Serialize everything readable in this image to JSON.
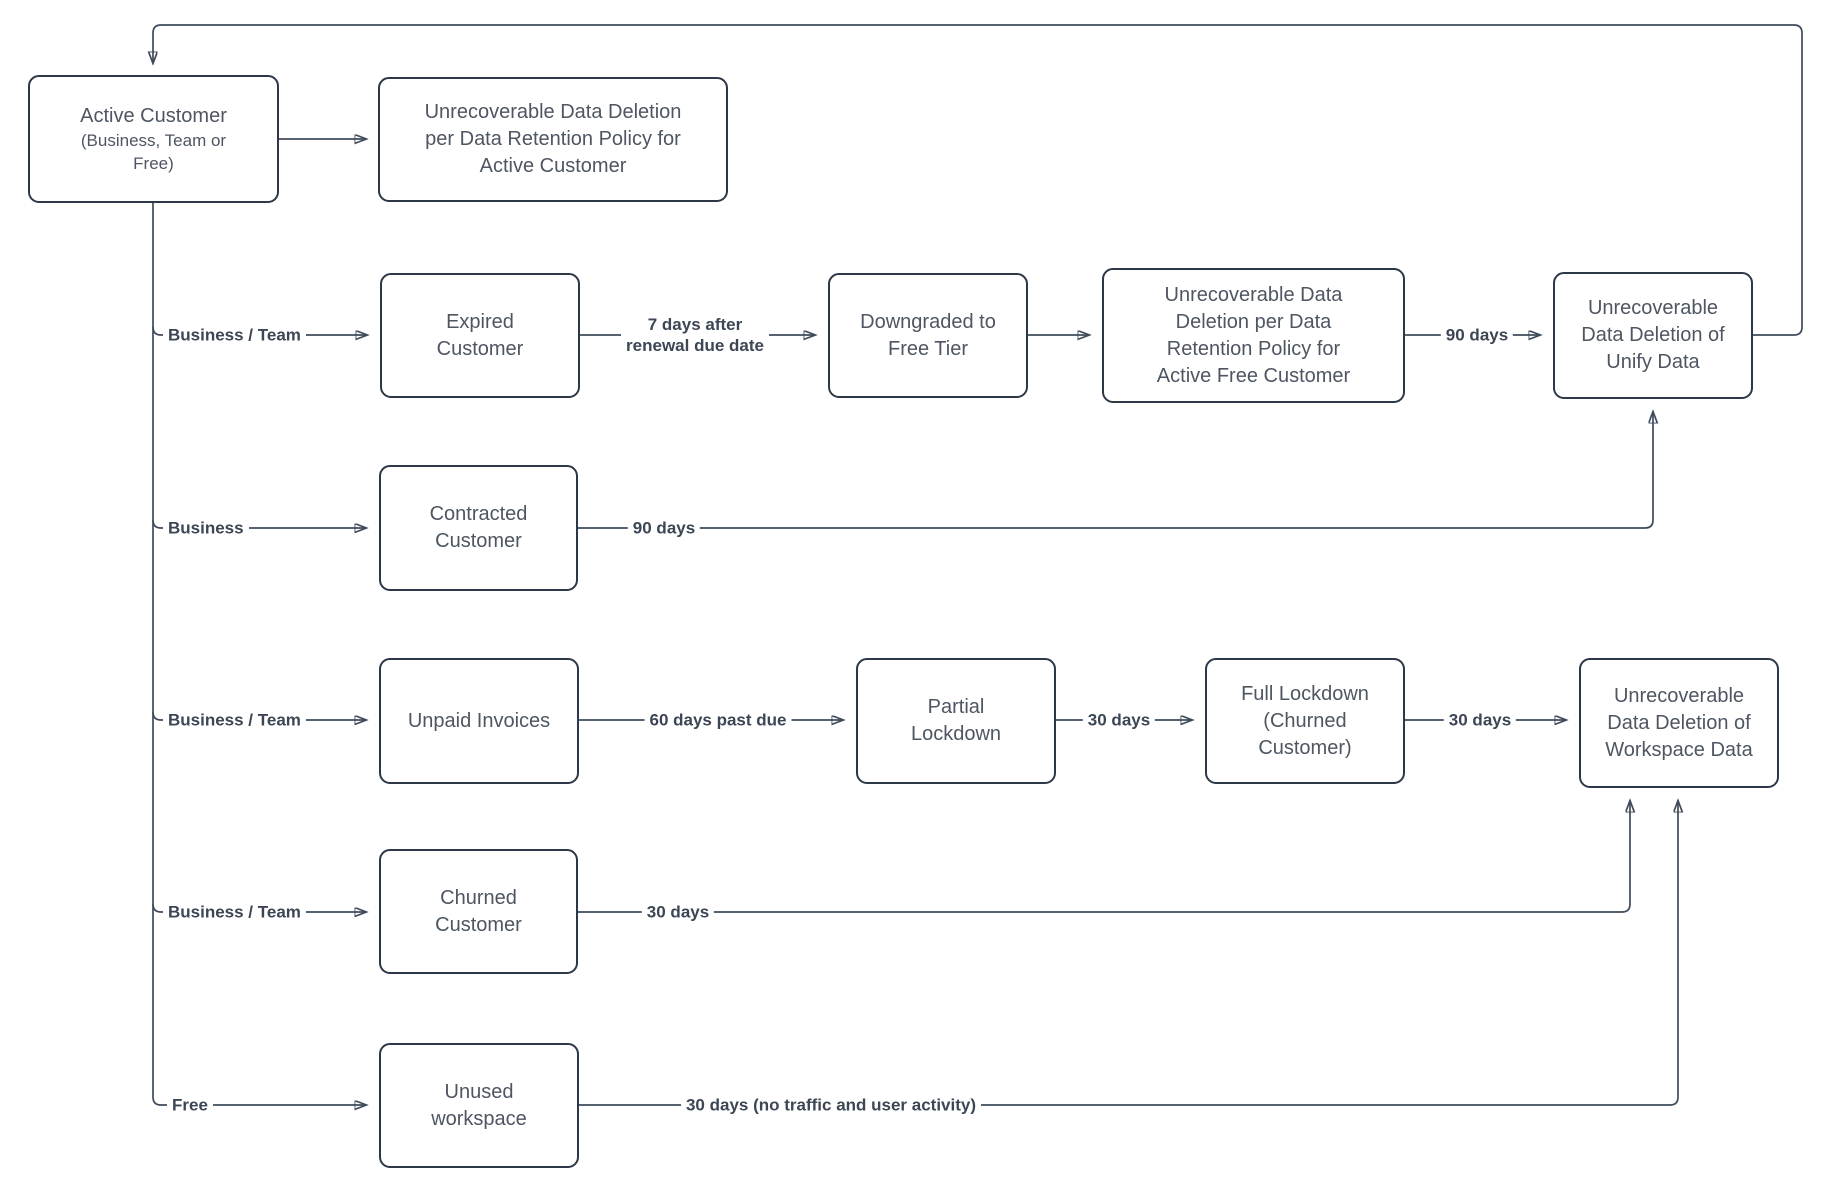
{
  "diagram": {
    "colors": {
      "node_border": "#2c3848",
      "node_text": "#4e5662",
      "edge_line": "#3f4b5b",
      "edge_label_text": "#3c4654",
      "canvas_bg": "#ffffff"
    },
    "nodes": {
      "active": {
        "title": "Active Customer",
        "subtitle": [
          "(Business, Team or",
          "Free)"
        ]
      },
      "del_active": {
        "label": [
          "Unrecoverable Data Deletion",
          "per Data Retention Policy for",
          "Active Customer"
        ]
      },
      "expired": {
        "label": [
          "Expired",
          "Customer"
        ]
      },
      "downgraded": {
        "label": [
          "Downgraded to",
          "Free Tier"
        ]
      },
      "del_free": {
        "label": [
          "Unrecoverable Data",
          "Deletion per Data",
          "Retention Policy for",
          "Active Free Customer"
        ]
      },
      "del_unify": {
        "label": [
          "Unrecoverable",
          "Data Deletion of",
          "Unify Data"
        ]
      },
      "contracted": {
        "label": [
          "Contracted",
          "Customer"
        ]
      },
      "unpaid": {
        "label": [
          "Unpaid Invoices"
        ]
      },
      "partial": {
        "label": [
          "Partial",
          "Lockdown"
        ]
      },
      "full": {
        "label": [
          "Full Lockdown",
          "(Churned",
          "Customer)"
        ]
      },
      "del_workspace": {
        "label": [
          "Unrecoverable",
          "Data Deletion of",
          "Workspace Data"
        ]
      },
      "churned": {
        "label": [
          "Churned",
          "Customer"
        ]
      },
      "unused": {
        "label": [
          "Unused",
          "workspace"
        ]
      }
    },
    "edge_labels": {
      "branch_expired": "Business / Team",
      "branch_contracted": "Business",
      "branch_unpaid": "Business / Team",
      "branch_churned": "Business / Team",
      "branch_unused": "Free",
      "expired_to_downgraded": [
        "7 days after",
        "renewal due date"
      ],
      "del_free_to_unify": "90 days",
      "contracted_to_unify": "90 days",
      "unpaid_to_partial": "60 days past due",
      "partial_to_full": "30 days",
      "full_to_workspace": "30 days",
      "churned_to_workspace": "30 days",
      "unused_to_workspace": "30 days (no traffic and user activity)"
    }
  }
}
